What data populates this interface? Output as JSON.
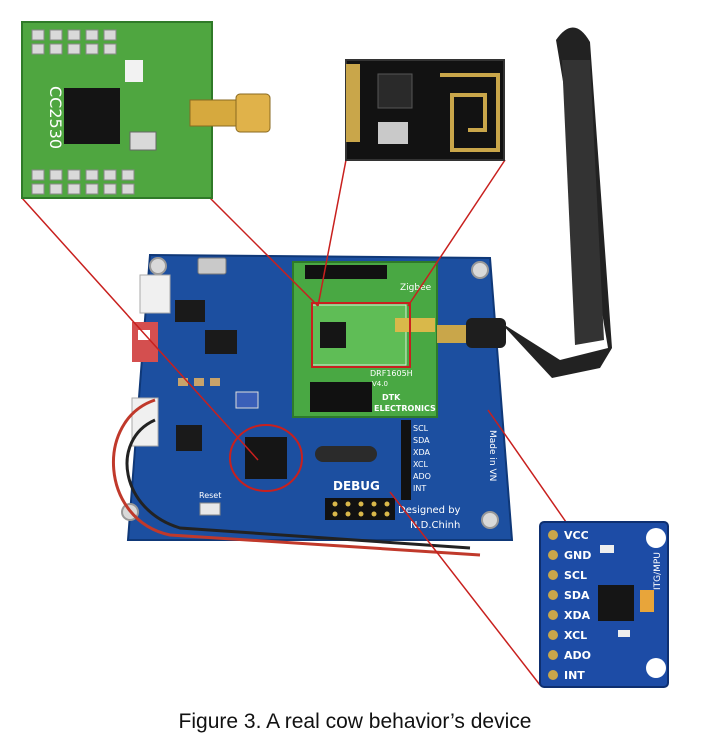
{
  "caption": "Figure 3. A real cow behavior’s device",
  "cc2530_module": {
    "label": "CC2530"
  },
  "main_board": {
    "debug_label": "DEBUG",
    "designed_by": "Designed by",
    "designer": "N.D.Chinh",
    "made_in": "Made in VN",
    "reset_label": "Reset",
    "zigbee_label": "Zigbee",
    "module_name": "DRF1605H",
    "module_version": "V4.0",
    "module_brand_line1": "DTK",
    "module_brand_line2": "ELECTRONICS",
    "header_pins": [
      "SCL",
      "SDA",
      "XDA",
      "XCL",
      "ADO",
      "INT"
    ]
  },
  "mpu_module": {
    "pins": [
      "VCC",
      "GND",
      "SCL",
      "SDA",
      "XDA",
      "XCL",
      "ADO",
      "INT"
    ],
    "board_label": "ITG/MPU"
  },
  "colors": {
    "pcb_blue": "#1c4fa0",
    "pcb_green": "#49a843",
    "antenna": "#222222",
    "callout_line": "#c8201e",
    "mpu_blue": "#1d4ca6"
  }
}
